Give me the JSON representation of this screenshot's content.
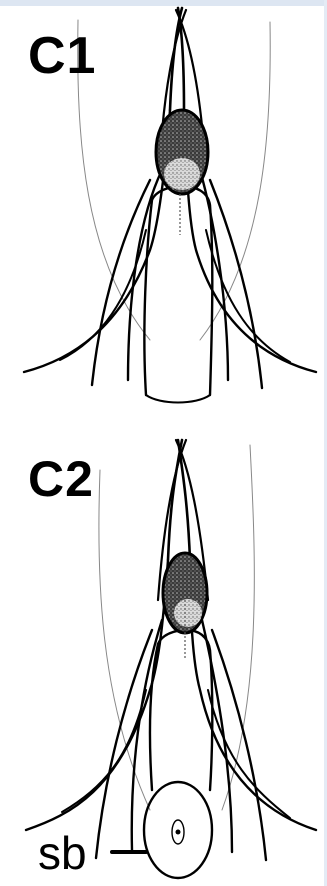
{
  "figure": {
    "panels": [
      {
        "label": "C1"
      },
      {
        "label": "C2",
        "annotation": "sb"
      }
    ],
    "colors": {
      "ink": "#000000",
      "background": "#ffffff",
      "stipple": "#222222"
    }
  }
}
